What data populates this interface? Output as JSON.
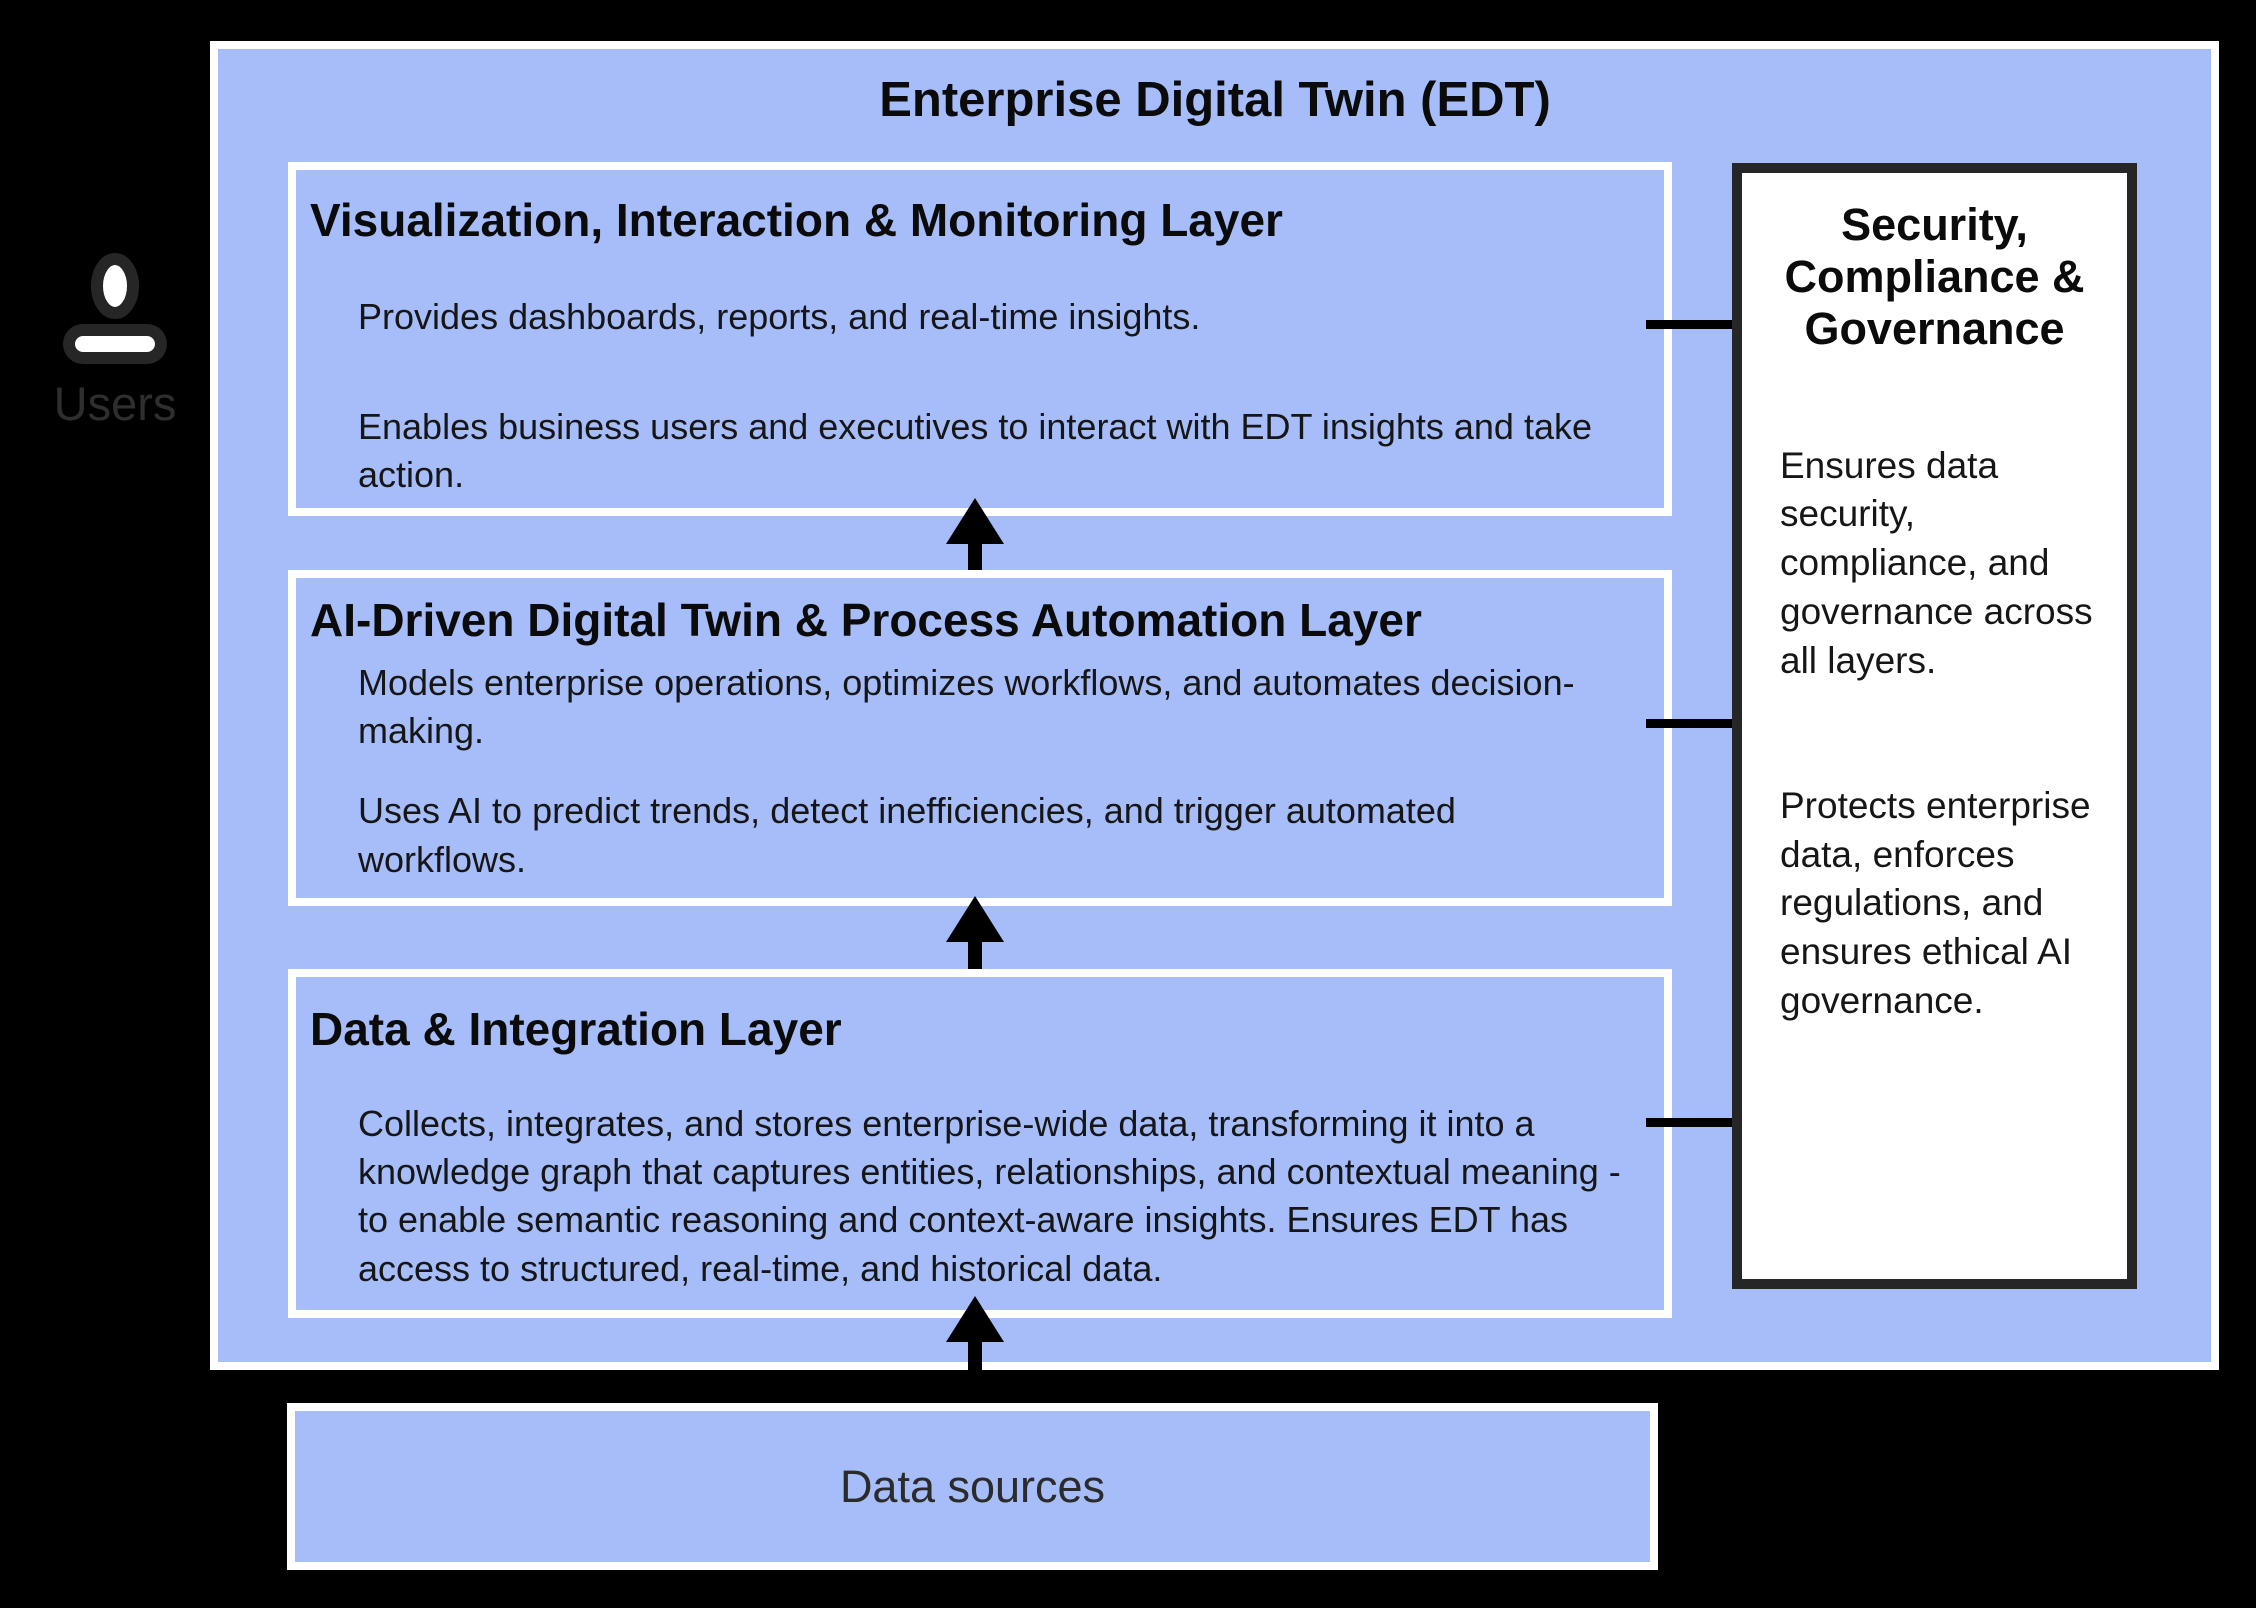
{
  "edt": {
    "title": "Enterprise Digital Twin (EDT)",
    "layers": [
      {
        "heading": "Visualization, Interaction & Monitoring Layer",
        "paragraphs": [
          "Provides dashboards, reports, and real-time insights.",
          "Enables business users and executives to interact with EDT insights and take action."
        ]
      },
      {
        "heading": "AI-Driven Digital Twin & Process Automation Layer",
        "paragraphs": [
          "Models enterprise operations, optimizes workflows, and automates decision-making.",
          "Uses AI to predict trends, detect inefficiencies, and trigger automated workflows."
        ]
      },
      {
        "heading": "Data & Integration Layer",
        "paragraphs": [
          "Collects, integrates, and stores enterprise-wide data, transforming it into a knowledge graph that captures entities, relationships, and contextual meaning - to enable semantic reasoning and context-aware insights. Ensures EDT has access to structured, real-time, and historical data."
        ]
      }
    ]
  },
  "security": {
    "title": "Security, Compliance & Governance",
    "paragraphs": [
      "Ensures data security, compliance, and governance across all layers.",
      "Protects enterprise data, enforces regulations, and ensures ethical AI governance."
    ]
  },
  "users": {
    "label": "Users"
  },
  "data_sources": {
    "label": "Data sources"
  },
  "colors": {
    "background": "#000000",
    "container_blue": "#a6bdf9",
    "border_white": "#ffffff",
    "panel_border": "#262626",
    "ink": "#000000"
  }
}
